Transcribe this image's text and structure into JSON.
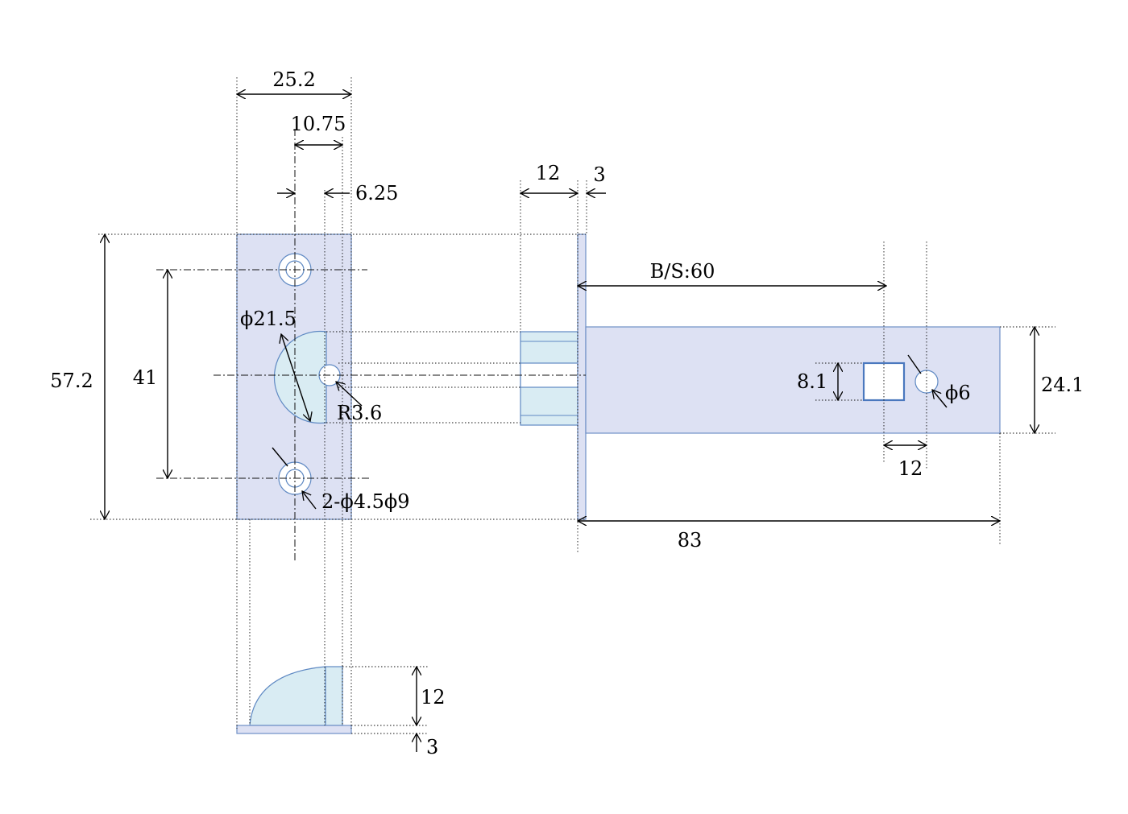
{
  "labels": {
    "plate_width": "25.2",
    "hole_offset": "10.75",
    "edge_offset": "6.25",
    "ring_width": "12",
    "flange_thickness": "3",
    "backset": "B/S:60",
    "overall_height": "57.2",
    "hole_pitch": "41",
    "bore_diameter": "ϕ21.5",
    "notch_radius": "R3.6",
    "screw_holes": "2-ϕ4.5ϕ9",
    "latch_height": "24.1",
    "square_hole": "8.1",
    "pin_hole": "ϕ6",
    "square_pitch": "12",
    "overall_length": "83",
    "bottom_height": "12",
    "bottom_plate": "3"
  },
  "colors": {
    "plate_fill": "#dde1f3",
    "light_fill": "#d9ecf3",
    "outline": "#5f89c3"
  }
}
